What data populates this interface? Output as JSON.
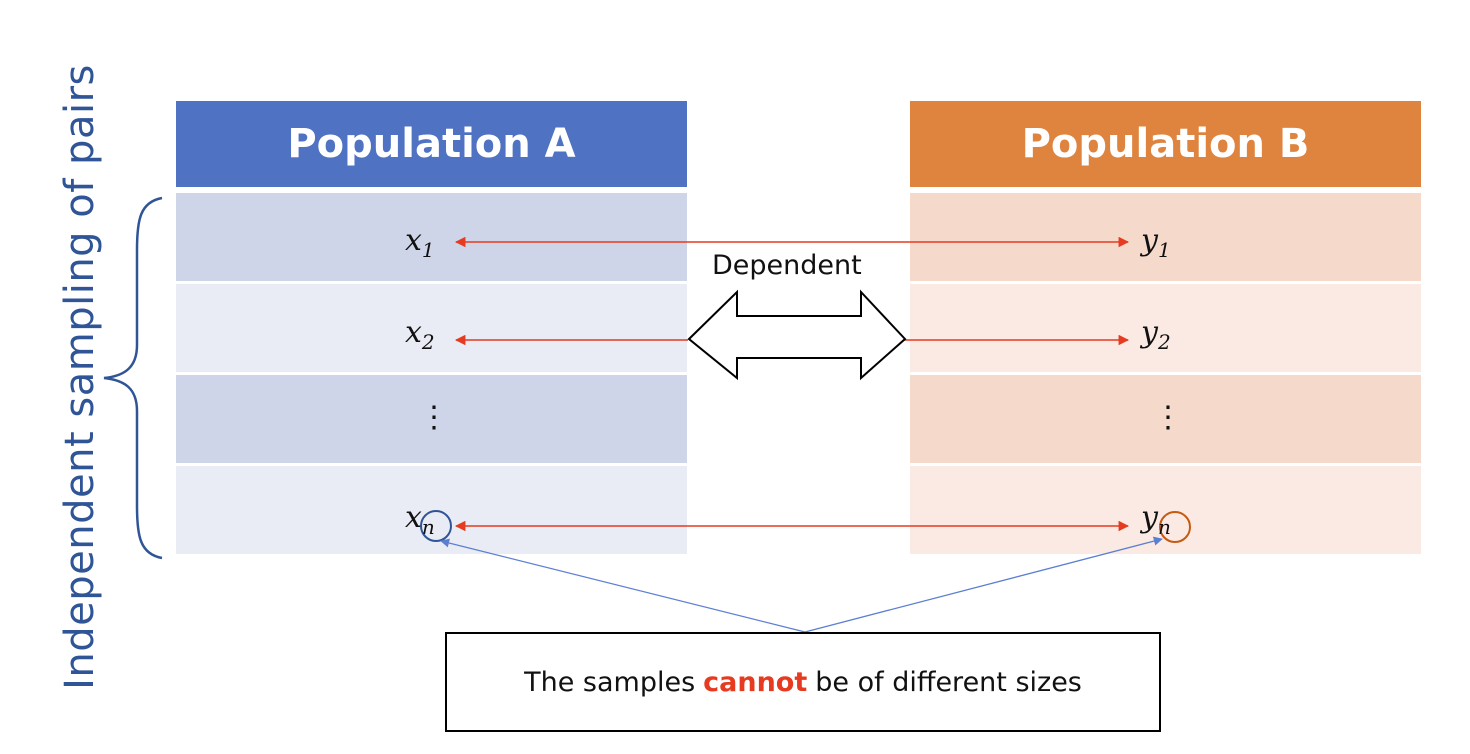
{
  "side_label": "Independent sampling of pairs",
  "population_a": {
    "title": "Population A",
    "rows": [
      {
        "base": "x",
        "sub": "1"
      },
      {
        "base": "x",
        "sub": "2"
      },
      {
        "dots": "⋮"
      },
      {
        "base": "x",
        "sub": "n"
      }
    ]
  },
  "population_b": {
    "title": "Population B",
    "rows": [
      {
        "base": "y",
        "sub": "1"
      },
      {
        "base": "y",
        "sub": "2"
      },
      {
        "dots": "⋮"
      },
      {
        "base": "y",
        "sub": "n"
      }
    ]
  },
  "dependent_label": "Dependent",
  "note": {
    "before": "The samples",
    "emphasis": "cannot",
    "after": "be of different sizes"
  },
  "colors": {
    "blue_header": "#4f72c3",
    "orange_header": "#df843e",
    "arrow_red": "#e63b20",
    "pointer_blue": "#5b7fd0",
    "brace_blue": "#2f5597",
    "circle_orange": "#c55a11"
  }
}
